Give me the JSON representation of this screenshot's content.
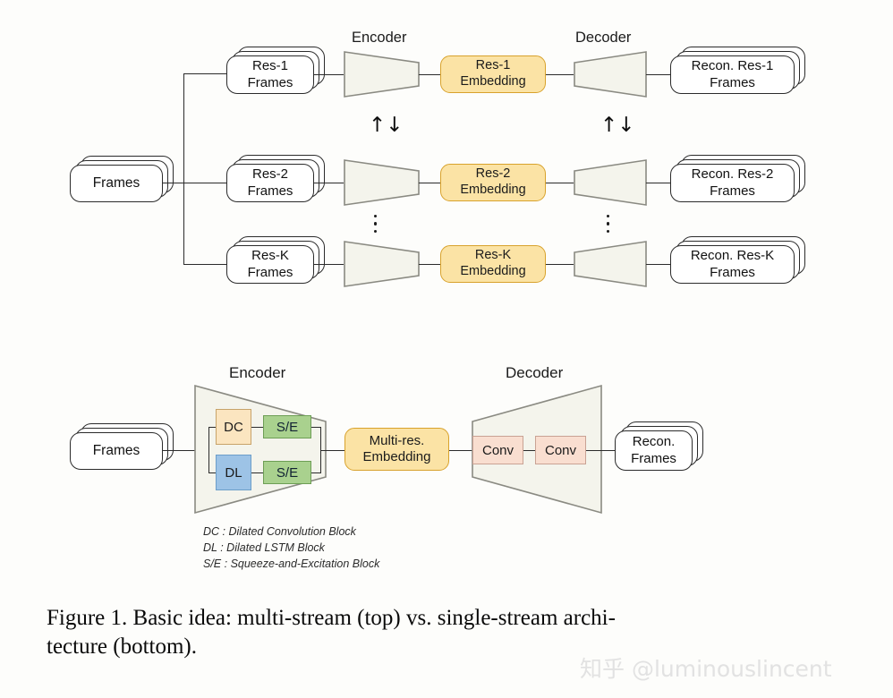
{
  "figure": {
    "caption": "Figure 1. Basic idea: multi-stream (top) vs. single-stream archi-tecture (bottom).",
    "caption_line1": "Figure 1.  Basic idea: multi-stream (top) vs.  single-stream archi-",
    "caption_line2": "tecture (bottom).",
    "watermark": "知乎 @luminouslincent"
  },
  "colors": {
    "embedding_fill": "#fbe3a5",
    "embedding_stroke": "#d8a22c",
    "trapezoid_fill": "#f4f4ec",
    "trapezoid_stroke": "#8a8a82",
    "dc_fill": "#fbe5c0",
    "dl_fill": "#9dc3e6",
    "se_fill": "#a9d18e",
    "conv_fill": "#f9ded0",
    "line": "#2b2b2b",
    "background": "#fdfdfb"
  },
  "multi_stream": {
    "input": {
      "line1": "Frames",
      "line2": ""
    },
    "encoder_label": "Encoder",
    "decoder_label": "Decoder",
    "updown_symbol": "↑↓",
    "ellipsis_symbol": "⋮",
    "rows": [
      {
        "input_line1": "Res-1",
        "input_line2": "Frames",
        "embedding_line1": "Res-1",
        "embedding_line2": "Embedding",
        "output_line1": "Recon. Res-1",
        "output_line2": "Frames"
      },
      {
        "input_line1": "Res-2",
        "input_line2": "Frames",
        "embedding_line1": "Res-2",
        "embedding_line2": "Embedding",
        "output_line1": "Recon. Res-2",
        "output_line2": "Frames"
      },
      {
        "input_line1": "Res-K",
        "input_line2": "Frames",
        "embedding_line1": "Res-K",
        "embedding_line2": "Embedding",
        "output_line1": "Recon. Res-K",
        "output_line2": "Frames"
      }
    ]
  },
  "single_stream": {
    "input": {
      "line1": "Frames",
      "line2": ""
    },
    "encoder_label": "Encoder",
    "decoder_label": "Decoder",
    "encoder_blocks": {
      "dc": "DC",
      "dl": "DL",
      "se_top": "S/E",
      "se_bottom": "S/E"
    },
    "embedding_line1": "Multi-res.",
    "embedding_line2": "Embedding",
    "decoder_blocks": {
      "conv1": "Conv",
      "conv2": "Conv"
    },
    "output_line1": "Recon.",
    "output_line2": "Frames",
    "legend": [
      "DC : Dilated Convolution Block",
      "DL : Dilated LSTM Block",
      "S/E : Squeeze-and-Excitation Block"
    ]
  }
}
